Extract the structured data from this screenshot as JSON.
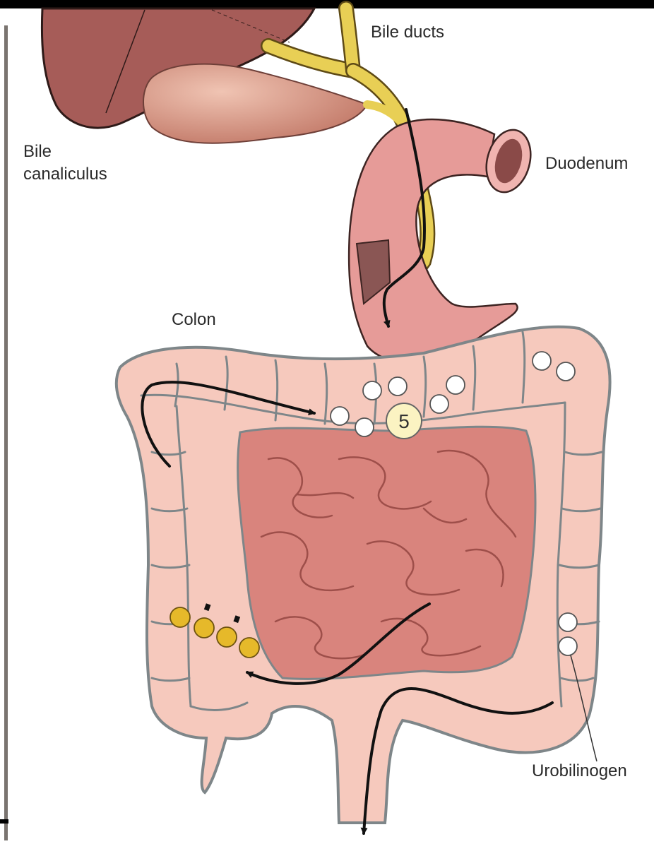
{
  "labels": {
    "bile_ducts": "Bile ducts",
    "bile_canaliculus_line1": "Bile",
    "bile_canaliculus_line2": "canaliculus",
    "duodenum": "Duodenum",
    "colon": "Colon",
    "urobilinogen": "Urobilinogen"
  },
  "step_badge": "5",
  "colors": {
    "liver": "#a65c58",
    "gallbladder": "#c97f6e",
    "bile_duct": "#e8cf55",
    "duodenum": "#e69b98",
    "colon": "#f6c9bd",
    "colon_outline": "#7e8689",
    "small_intestine": "#d9847d",
    "urobilinogen_dot": "#ffffff",
    "stercobilin_dot": "#e6b92a",
    "badge": "#fbf3c2",
    "arrow": "#111111"
  }
}
